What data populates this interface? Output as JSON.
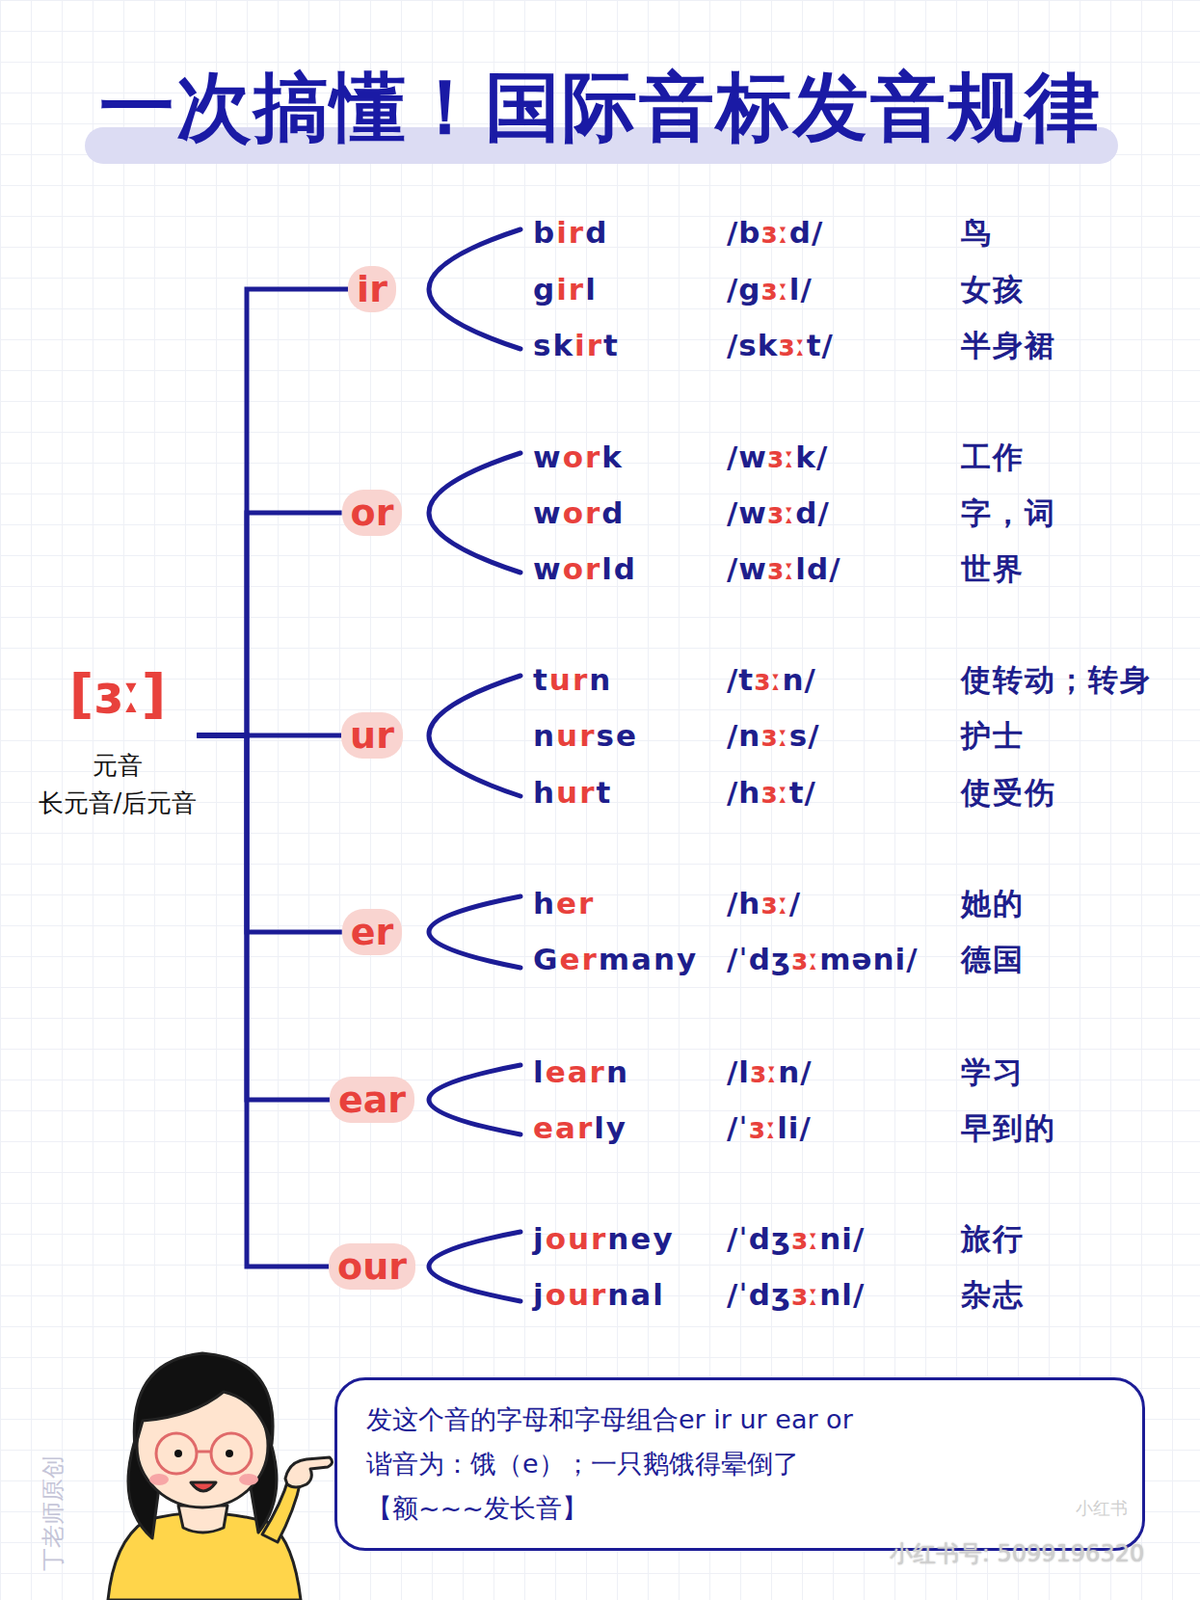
{
  "diagram": {
    "title": "一次搞懂！国际音标发音规律",
    "nodes": [
      {
        "text": [
          "[ɜː]",
          "元音",
          "长元音/后元音"
        ]
      },
      {
        "text": [
          "ir"
        ]
      },
      {
        "text": [
          "or"
        ]
      },
      {
        "text": [
          "ur"
        ]
      },
      {
        "text": [
          "er"
        ]
      },
      {
        "text": [
          "ear"
        ]
      },
      {
        "text": [
          "our"
        ]
      },
      {
        "text": [
          "发这个音的字母和字母组合er ir ur ear or",
          "谐音为：饿（e）；一只鹅饿得晕倒了",
          "【额~~~发长音】"
        ]
      }
    ],
    "edges": [
      {
        "from": 0,
        "to": 1,
        "arrow": "none"
      },
      {
        "from": 0,
        "to": 2,
        "arrow": "none"
      },
      {
        "from": 0,
        "to": 3,
        "arrow": "none"
      },
      {
        "from": 0,
        "to": 4,
        "arrow": "none"
      },
      {
        "from": 0,
        "to": 5,
        "arrow": "none"
      },
      {
        "from": 0,
        "to": 6,
        "arrow": "none"
      }
    ],
    "labels": [
      "bird",
      "/bɜːd/",
      "鸟",
      "girl",
      "/gɜːl/",
      "女孩",
      "skirt",
      "/skɜːt/",
      "半身裙",
      "work",
      "/wɜːk/",
      "工作",
      "word",
      "/wɜːd/",
      "字，词",
      "world",
      "/wɜːld/",
      "世界",
      "turn",
      "/tɜːn/",
      "使转动；转身",
      "nurse",
      "/nɜːs/",
      "护士",
      "hurt",
      "/hɜːt/",
      "使受伤",
      "her",
      "/hɜː/",
      "她的",
      "Germany",
      "/ˈdʒɜːməni/",
      "德国",
      "learn",
      "/lɜːn/",
      "学习",
      "early",
      "/ˈɜːli/",
      "早到的",
      "journey",
      "/ˈdʒɜːni/",
      "旅行",
      "journal",
      "/ˈdʒɜːnl/",
      "杂志",
      "丁老师原创",
      "小红书号: 5099196320",
      "小红书"
    ]
  }
}
